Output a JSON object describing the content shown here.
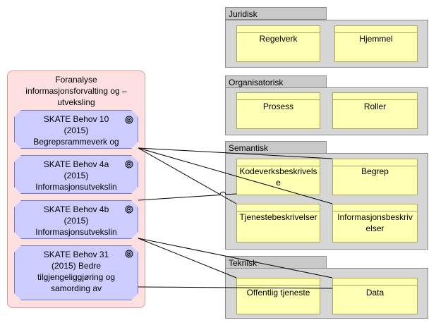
{
  "groups": {
    "juridisk": {
      "label": "Juridisk"
    },
    "organisatorisk": {
      "label": "Organisatorisk"
    },
    "semantisk": {
      "label": "Semantisk"
    },
    "teknisk": {
      "label": "Teknisk"
    }
  },
  "objects": {
    "regelverk": "Regelverk",
    "hjemmel": "Hjemmel",
    "prosess": "Prosess",
    "roller": "Roller",
    "kodeverk": "Kodeverksbeskrivelse",
    "begrep": "Begrep",
    "tjenestebeskrivelser": "Tjenestebeskrivelser",
    "informasjonsbeskrivelser": "Informasjonsbeskrivelser",
    "offentlig_tjeneste": "Offentlig tjeneste",
    "data": "Data"
  },
  "container": {
    "title_line1": "Foranalyse",
    "title_line2": "informasjonsforvalting og –",
    "title_line3": "utveksling"
  },
  "requirements": [
    {
      "line1": "SKATE Behov 10",
      "line2": "(2015)",
      "line3": "Begrepsrammeverk og",
      "line4": ""
    },
    {
      "line1": "SKATE Behov 4a",
      "line2": "(2015)",
      "line3": "Informasjonsutvekslin",
      "line4": ""
    },
    {
      "line1": "SKATE Behov 4b",
      "line2": "(2015)",
      "line3": "Informasjonsutvekslin",
      "line4": ""
    },
    {
      "line1": "SKATE Behov 31",
      "line2": "(2015) Bedre",
      "line3": "tilgjengeliggjøring og",
      "line4": "samording av"
    }
  ],
  "colors": {
    "object_fill": "#ffffb4",
    "requirement_fill": "#ccccff",
    "container_fill": "#ffe0e0",
    "group_fill": "#d6d6d6"
  }
}
